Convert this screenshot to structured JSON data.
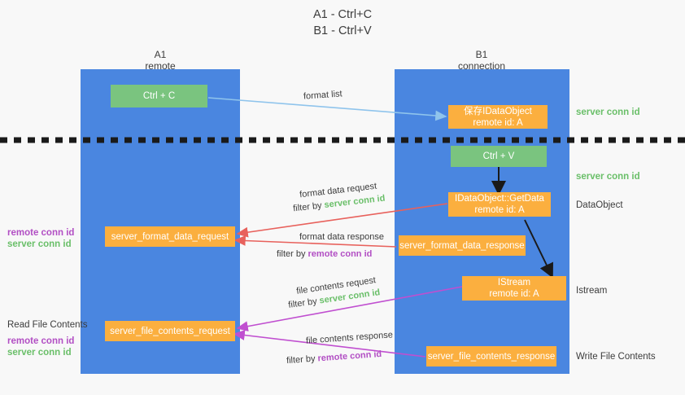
{
  "title": {
    "line1": "A1 - Ctrl+C",
    "line2": "B1 - Ctrl+V"
  },
  "columns": [
    {
      "name": "A1",
      "sub": "remote"
    },
    {
      "name": "B1",
      "sub": "connection"
    }
  ],
  "boxes": [
    {
      "id": "ctrl-c",
      "label": "Ctrl + C",
      "label2": "",
      "color": "#7ac47f"
    },
    {
      "id": "save-idataobject",
      "label": "保存IDataObject",
      "label2": "remote id: A",
      "color": "#fbaf3f"
    },
    {
      "id": "ctrl-v",
      "label": "Ctrl + V",
      "label2": "",
      "color": "#7ac47f"
    },
    {
      "id": "getdata",
      "label": "IDataObject::GetData",
      "label2": "remote id: A",
      "color": "#fbaf3f"
    },
    {
      "id": "fmt-req",
      "label": "server_format_data_request",
      "label2": "",
      "color": "#fbaf3f"
    },
    {
      "id": "fmt-res",
      "label": "server_format_data_response",
      "label2": "",
      "color": "#fbaf3f"
    },
    {
      "id": "istream",
      "label": "IStream",
      "label2": "remote id: A",
      "color": "#fbaf3f"
    },
    {
      "id": "file-req",
      "label": "server_file_contents_request",
      "label2": "",
      "color": "#fbaf3f"
    },
    {
      "id": "file-res",
      "label": "server_file_contents_response",
      "label2": "",
      "color": "#fbaf3f"
    }
  ],
  "arrow_labels": {
    "format_list": "format list",
    "format_data_request": "format data request",
    "format_data_request_filter_prefix": "filter by ",
    "format_data_request_filter_value": "server conn id",
    "format_data_response": "format data response",
    "format_data_response_filter_prefix": "filter by ",
    "format_data_response_filter_value": "remote conn id",
    "file_contents_request": "file contents request",
    "file_contents_request_filter_prefix": "filter by ",
    "file_contents_request_filter_value": "server conn id",
    "file_contents_response": "file contents response",
    "file_contents_response_filter_prefix": "filter by ",
    "file_contents_response_filter_value": "remote conn id"
  },
  "right_labels": [
    {
      "id": "r-server-conn-1",
      "text": "server conn id",
      "color": "green"
    },
    {
      "id": "r-server-conn-2",
      "text": "server conn id",
      "color": "green"
    },
    {
      "id": "r-dataobject",
      "text": "DataObject",
      "color": "dark"
    },
    {
      "id": "r-istream",
      "text": "Istream",
      "color": "dark"
    },
    {
      "id": "r-write-file",
      "text": "Write File Contents",
      "color": "dark"
    }
  ],
  "left_labels": [
    {
      "id": "l-remote-conn-1",
      "text": "remote conn id",
      "color": "purple"
    },
    {
      "id": "l-server-conn-1",
      "text": "server conn id",
      "color": "green"
    },
    {
      "id": "l-read-file",
      "text": "Read File Contents",
      "color": "dark"
    },
    {
      "id": "l-remote-conn-2",
      "text": "remote conn id",
      "color": "purple"
    },
    {
      "id": "l-server-conn-2",
      "text": "server conn id",
      "color": "green"
    }
  ],
  "colors": {
    "column_blue": "#4a86e0",
    "box_green": "#7ac47f",
    "box_orange": "#fbaf3f",
    "label_green": "#6abf69",
    "label_purple": "#b24fc4",
    "arrow_lightblue": "#8fc4ec",
    "arrow_red": "#e8615c",
    "arrow_magenta": "#c04fd0",
    "arrow_black": "#1a1a1a",
    "divider_black": "#1a1a1a",
    "background": "#f8f8f8"
  }
}
